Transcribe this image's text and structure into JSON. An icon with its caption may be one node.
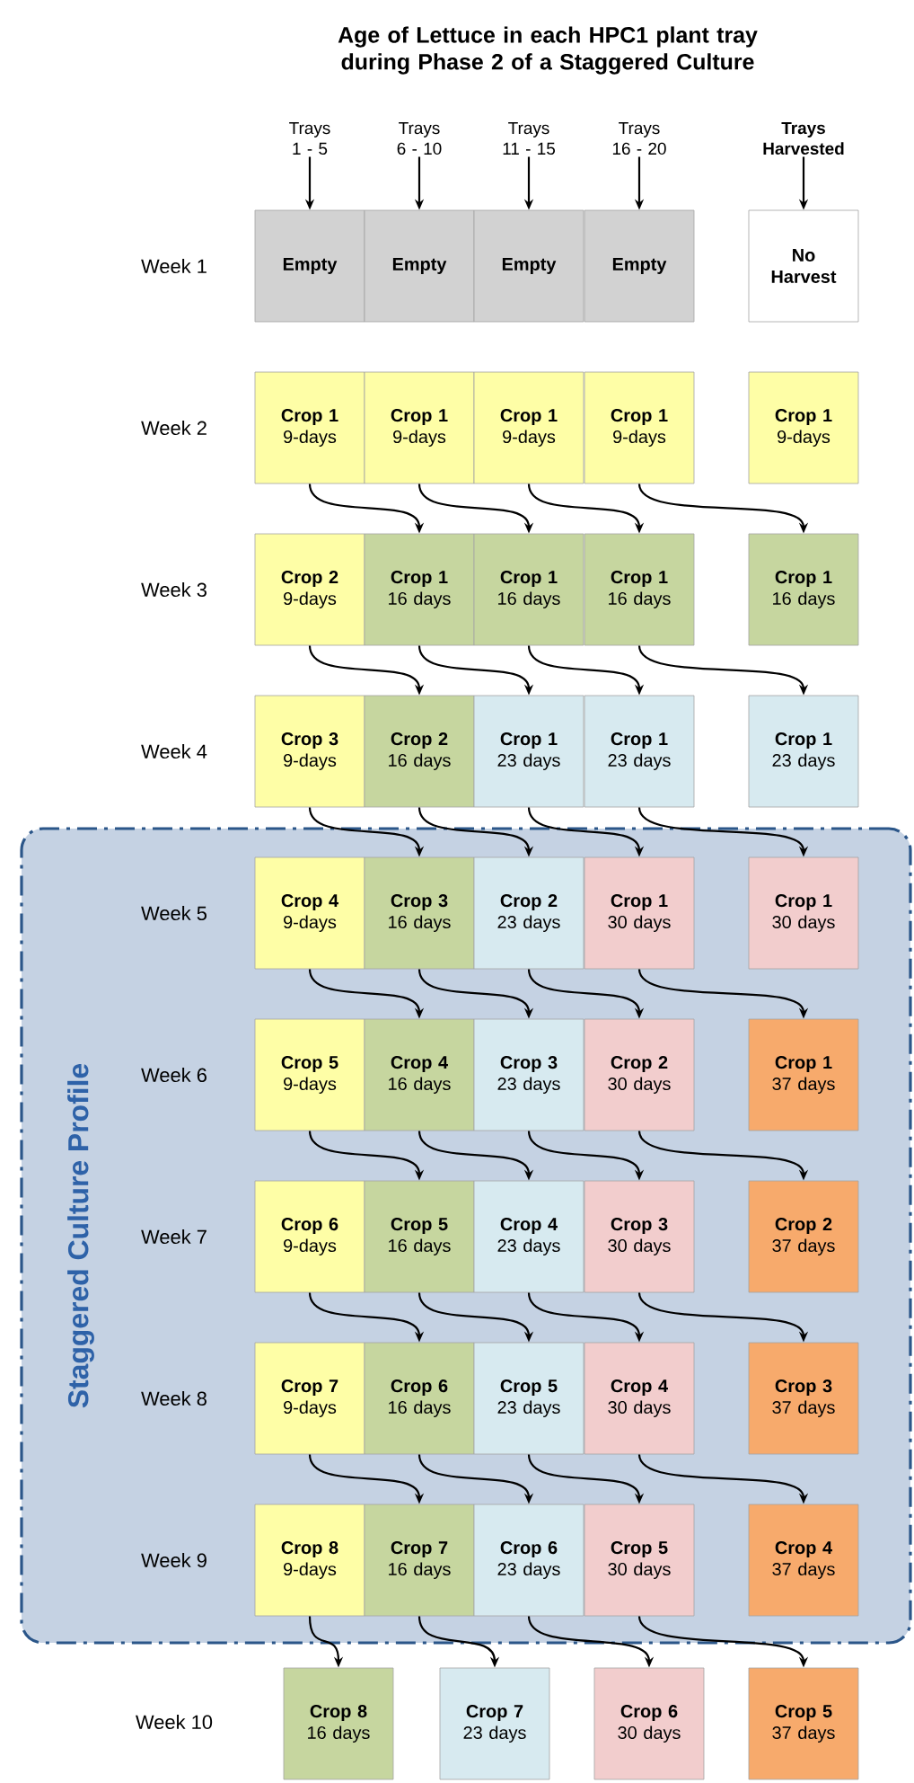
{
  "diagram": {
    "title": "Age of Lettuce in each HPC1 plant tray during Phase 2 of a Staggered Culture",
    "nodes": [
      {
        "text": [
          "Staggered Culture Profile"
        ]
      },
      {
        "text": [
          "Trays 1 - 5"
        ]
      },
      {
        "text": [
          "Trays 6 - 10"
        ]
      },
      {
        "text": [
          "Trays 11 - 15"
        ]
      },
      {
        "text": [
          "Trays 16 - 20"
        ]
      },
      {
        "text": [
          "Trays Harvested"
        ]
      },
      {
        "text": [
          "Empty"
        ]
      },
      {
        "text": [
          "Empty"
        ]
      },
      {
        "text": [
          "Empty"
        ]
      },
      {
        "text": [
          "Empty"
        ]
      },
      {
        "text": [
          "No Harvest"
        ]
      },
      {
        "text": [
          "Crop 1",
          "9-days"
        ]
      },
      {
        "text": [
          "Crop 1",
          "9-days"
        ]
      },
      {
        "text": [
          "Crop 1",
          "9-days"
        ]
      },
      {
        "text": [
          "Crop 1",
          "9-days"
        ]
      },
      {
        "text": [
          "Crop 1",
          "9-days"
        ]
      },
      {
        "text": [
          "Crop 2",
          "9-days"
        ]
      },
      {
        "text": [
          "Crop 1",
          "16 days"
        ]
      },
      {
        "text": [
          "Crop 1",
          "16 days"
        ]
      },
      {
        "text": [
          "Crop 1",
          "16 days"
        ]
      },
      {
        "text": [
          "Crop 1",
          "16 days"
        ]
      },
      {
        "text": [
          "Crop 3",
          "9-days"
        ]
      },
      {
        "text": [
          "Crop 2",
          "16 days"
        ]
      },
      {
        "text": [
          "Crop 1",
          "23 days"
        ]
      },
      {
        "text": [
          "Crop 1",
          "23 days"
        ]
      },
      {
        "text": [
          "Crop 1",
          "23 days"
        ]
      },
      {
        "text": [
          "Crop 4",
          "9-days"
        ],
        "in": 0
      },
      {
        "text": [
          "Crop 3",
          "16 days"
        ],
        "in": 0
      },
      {
        "text": [
          "Crop 2",
          "23 days"
        ],
        "in": 0
      },
      {
        "text": [
          "Crop 1",
          "30 days"
        ],
        "in": 0
      },
      {
        "text": [
          "Crop 1",
          "30 days"
        ],
        "in": 0
      },
      {
        "text": [
          "Crop 5",
          "9-days"
        ],
        "in": 0
      },
      {
        "text": [
          "Crop 4",
          "16 days"
        ],
        "in": 0
      },
      {
        "text": [
          "Crop 3",
          "23 days"
        ],
        "in": 0
      },
      {
        "text": [
          "Crop 2",
          "30 days"
        ],
        "in": 0
      },
      {
        "text": [
          "Crop 1",
          "37 days"
        ],
        "in": 0
      },
      {
        "text": [
          "Crop 6",
          "9-days"
        ],
        "in": 0
      },
      {
        "text": [
          "Crop 5",
          "16 days"
        ],
        "in": 0
      },
      {
        "text": [
          "Crop 4",
          "23 days"
        ],
        "in": 0
      },
      {
        "text": [
          "Crop 3",
          "30 days"
        ],
        "in": 0
      },
      {
        "text": [
          "Crop 2",
          "37 days"
        ],
        "in": 0
      },
      {
        "text": [
          "Crop 7",
          "9-days"
        ],
        "in": 0
      },
      {
        "text": [
          "Crop 6",
          "16 days"
        ],
        "in": 0
      },
      {
        "text": [
          "Crop 5",
          "23 days"
        ],
        "in": 0
      },
      {
        "text": [
          "Crop 4",
          "30 days"
        ],
        "in": 0
      },
      {
        "text": [
          "Crop 3",
          "37 days"
        ],
        "in": 0
      },
      {
        "text": [
          "Crop 8",
          "9-days"
        ],
        "in": 0
      },
      {
        "text": [
          "Crop 7",
          "16 days"
        ],
        "in": 0
      },
      {
        "text": [
          "Crop 6",
          "23 days"
        ],
        "in": 0
      },
      {
        "text": [
          "Crop 5",
          "30 days"
        ],
        "in": 0
      },
      {
        "text": [
          "Crop 4",
          "37 days"
        ],
        "in": 0
      },
      {
        "text": [
          "Crop 8",
          "16 days"
        ]
      },
      {
        "text": [
          "Crop 7",
          "23 days"
        ]
      },
      {
        "text": [
          "Crop 6",
          "30 days"
        ]
      },
      {
        "text": [
          "Crop 5",
          "37 days"
        ]
      }
    ],
    "edges": [
      {
        "from": 1,
        "to": 6,
        "arrow": "to"
      },
      {
        "from": 2,
        "to": 7,
        "arrow": "to"
      },
      {
        "from": 3,
        "to": 8,
        "arrow": "to"
      },
      {
        "from": 4,
        "to": 9,
        "arrow": "to"
      },
      {
        "from": 5,
        "to": 10,
        "arrow": "to"
      },
      {
        "from": 11,
        "to": 17,
        "arrow": "to"
      },
      {
        "from": 12,
        "to": 18,
        "arrow": "to"
      },
      {
        "from": 13,
        "to": 19,
        "arrow": "to"
      },
      {
        "from": 14,
        "to": 20,
        "arrow": "to"
      },
      {
        "from": 16,
        "to": 22,
        "arrow": "to"
      },
      {
        "from": 17,
        "to": 23,
        "arrow": "to"
      },
      {
        "from": 18,
        "to": 24,
        "arrow": "to"
      },
      {
        "from": 19,
        "to": 25,
        "arrow": "to"
      },
      {
        "from": 21,
        "to": 27,
        "arrow": "to"
      },
      {
        "from": 22,
        "to": 28,
        "arrow": "to"
      },
      {
        "from": 23,
        "to": 29,
        "arrow": "to"
      },
      {
        "from": 24,
        "to": 30,
        "arrow": "to"
      },
      {
        "from": 26,
        "to": 32,
        "arrow": "to"
      },
      {
        "from": 27,
        "to": 33,
        "arrow": "to"
      },
      {
        "from": 28,
        "to": 34,
        "arrow": "to"
      },
      {
        "from": 29,
        "to": 35,
        "arrow": "to"
      },
      {
        "from": 31,
        "to": 37,
        "arrow": "to"
      },
      {
        "from": 32,
        "to": 38,
        "arrow": "to"
      },
      {
        "from": 33,
        "to": 39,
        "arrow": "to"
      },
      {
        "from": 34,
        "to": 40,
        "arrow": "to"
      },
      {
        "from": 36,
        "to": 42,
        "arrow": "to"
      },
      {
        "from": 37,
        "to": 43,
        "arrow": "to"
      },
      {
        "from": 38,
        "to": 44,
        "arrow": "to"
      },
      {
        "from": 39,
        "to": 45,
        "arrow": "to"
      },
      {
        "from": 41,
        "to": 47,
        "arrow": "to"
      },
      {
        "from": 42,
        "to": 48,
        "arrow": "to"
      },
      {
        "from": 43,
        "to": 49,
        "arrow": "to"
      },
      {
        "from": 44,
        "to": 50,
        "arrow": "to"
      },
      {
        "from": 46,
        "to": 51,
        "arrow": "to"
      },
      {
        "from": 47,
        "to": 52,
        "arrow": "to"
      },
      {
        "from": 48,
        "to": 53,
        "arrow": "to"
      },
      {
        "from": 49,
        "to": 54,
        "arrow": "to"
      }
    ],
    "labels": [
      "Week 1",
      "Week 2",
      "Week 3",
      "Week 4",
      "Week 5",
      "Week 6",
      "Week 7",
      "Week 8",
      "Week 9",
      "Week 10"
    ]
  }
}
